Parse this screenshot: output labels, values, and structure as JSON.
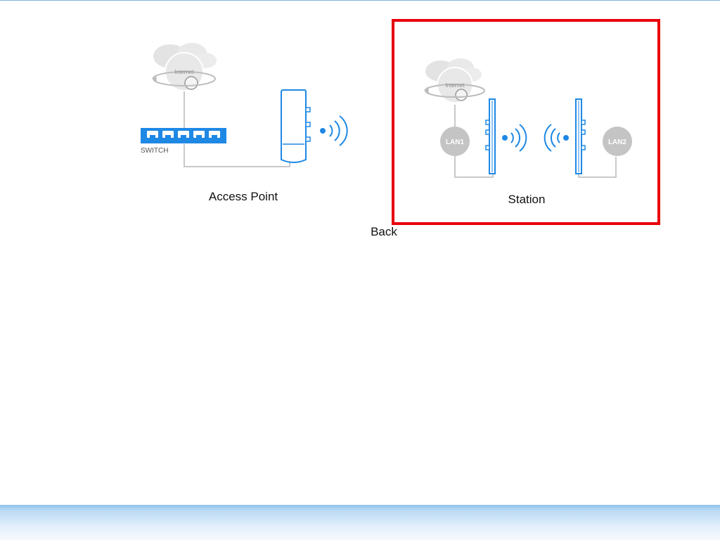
{
  "modes": {
    "access_point": {
      "label": "Access Point",
      "diagram": {
        "cloud_text": "Internet",
        "switch_text": "SWITCH"
      }
    },
    "station": {
      "label": "Station",
      "selected": true,
      "diagram": {
        "cloud_text": "Internet",
        "lan1_text": "LAN1",
        "lan2_text": "LAN2"
      }
    }
  },
  "back_label": "Back",
  "colors": {
    "accent_blue": "#1e88e5",
    "selection_red": "#e8000b",
    "node_gray": "#c4c4c4",
    "wire_gray": "#c9c9c9"
  },
  "icons": [
    "internet-cloud-icon",
    "network-switch-icon",
    "cpe-device-icon",
    "wifi-signal-icon",
    "lan-node-icon"
  ]
}
